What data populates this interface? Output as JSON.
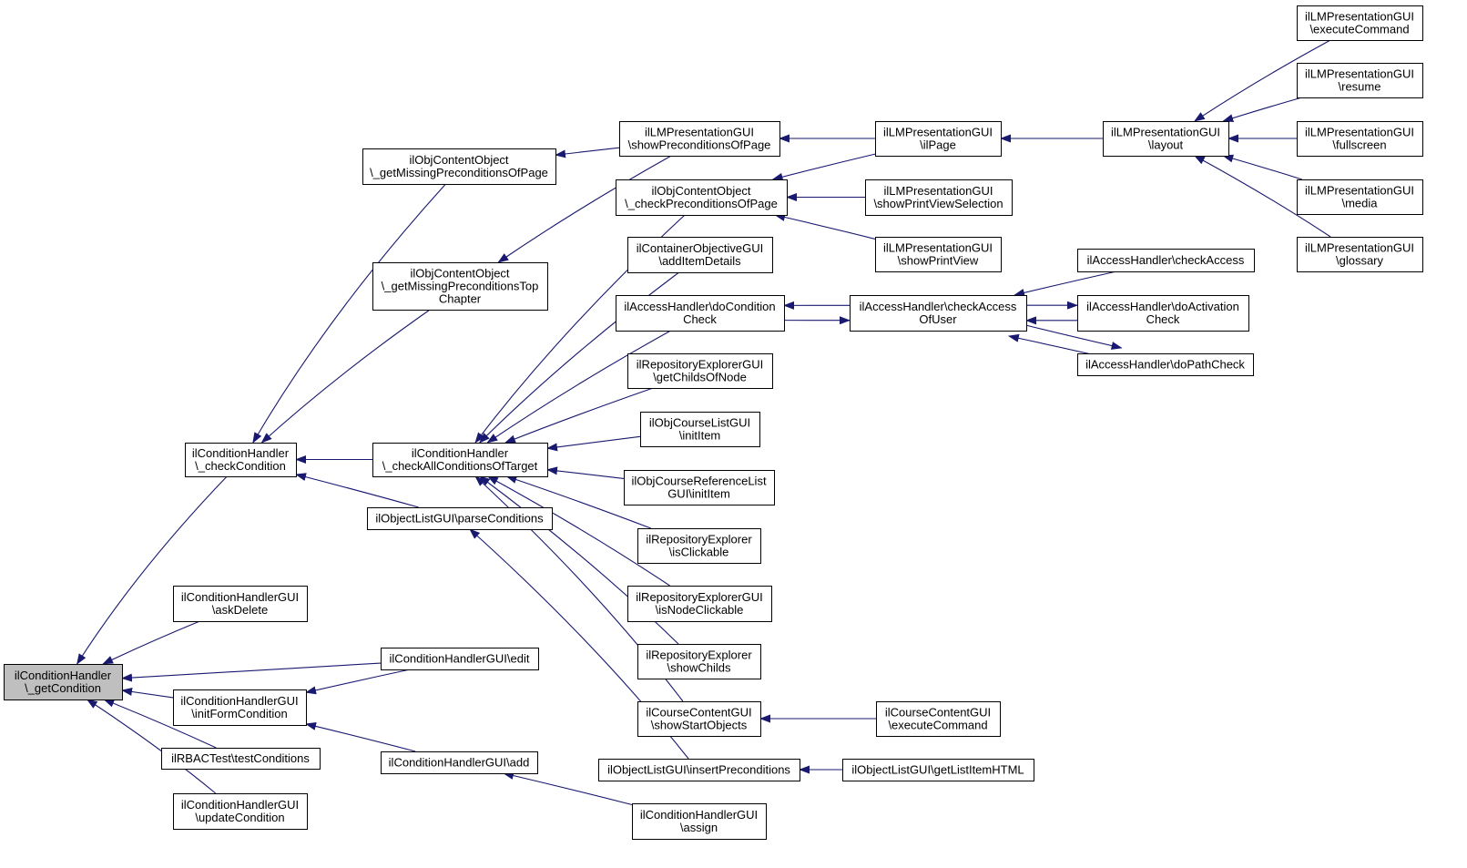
{
  "graph": {
    "edge_color": "#191970",
    "root_fill": "#bfbfbf",
    "nodes": {
      "root": [
        "ilConditionHandler",
        "\\_getCondition"
      ],
      "ch_check": [
        "ilConditionHandler",
        "\\_checkCondition"
      ],
      "chgui_askdelete": [
        "ilConditionHandlerGUI",
        "\\askDelete"
      ],
      "chgui_initform": [
        "ilConditionHandlerGUI",
        "\\initFormCondition"
      ],
      "rbac_test": [
        "ilRBACTest\\testConditions"
      ],
      "chgui_update": [
        "ilConditionHandlerGUI",
        "\\updateCondition"
      ],
      "chgui_edit": [
        "ilConditionHandlerGUI\\edit"
      ],
      "chgui_add": [
        "ilConditionHandlerGUI\\add"
      ],
      "chgui_assign": [
        "ilConditionHandlerGUI",
        "\\assign"
      ],
      "objcontent_missing_page": [
        "ilObjContentObject",
        "\\_getMissingPreconditionsOfPage"
      ],
      "objcontent_missing_top": [
        "ilObjContentObject",
        "\\_getMissingPreconditionsTop",
        "Chapter"
      ],
      "ch_checkall": [
        "ilConditionHandler",
        "\\_checkAllConditionsOfTarget"
      ],
      "objlist_parse": [
        "ilObjectListGUI\\parseConditions"
      ],
      "objlist_insert": [
        "ilObjectListGUI\\insertPreconditions"
      ],
      "objlist_getlist": [
        "ilObjectListGUI\\getListItemHTML"
      ],
      "lmpres_showprecond": [
        "ilLMPresentationGUI",
        "\\showPreconditionsOfPage"
      ],
      "objcontent_checkprecond": [
        "ilObjContentObject",
        "\\_checkPreconditionsOfPage"
      ],
      "container_additem": [
        "ilContainerObjectiveGUI",
        "\\addItemDetails"
      ],
      "access_docond": [
        "ilAccessHandler\\doCondition",
        "Check"
      ],
      "repexpgui_getchilds": [
        "ilRepositoryExplorerGUI",
        "\\getChildsOfNode"
      ],
      "objcourselist_init": [
        "ilObjCourseListGUI",
        "\\initItem"
      ],
      "objcourseref_init": [
        "ilObjCourseReferenceList",
        "GUI\\initItem"
      ],
      "repexp_clickable": [
        "ilRepositoryExplorer",
        "\\isClickable"
      ],
      "repexpgui_nodeclick": [
        "ilRepositoryExplorerGUI",
        "\\isNodeClickable"
      ],
      "repexp_showchilds": [
        "ilRepositoryExplorer",
        "\\showChilds"
      ],
      "coursecontent_start": [
        "ilCourseContentGUI",
        "\\showStartObjects"
      ],
      "coursecontent_exec": [
        "ilCourseContentGUI",
        "\\executeCommand"
      ],
      "lmpres_ilpage": [
        "ilLMPresentationGUI",
        "\\ilPage"
      ],
      "lmpres_printsel": [
        "ilLMPresentationGUI",
        "\\showPrintViewSelection"
      ],
      "lmpres_printview": [
        "ilLMPresentationGUI",
        "\\showPrintView"
      ],
      "access_checkuser": [
        "ilAccessHandler\\checkAccess",
        "OfUser"
      ],
      "lmpres_layout": [
        "ilLMPresentationGUI",
        "\\layout"
      ],
      "access_check": [
        "ilAccessHandler\\checkAccess"
      ],
      "access_doactivation": [
        "ilAccessHandler\\doActivation",
        "Check"
      ],
      "access_dopath": [
        "ilAccessHandler\\doPathCheck"
      ],
      "lmpres_exec": [
        "ilLMPresentationGUI",
        "\\executeCommand"
      ],
      "lmpres_resume": [
        "ilLMPresentationGUI",
        "\\resume"
      ],
      "lmpres_fullscreen": [
        "ilLMPresentationGUI",
        "\\fullscreen"
      ],
      "lmpres_media": [
        "ilLMPresentationGUI",
        "\\media"
      ],
      "lmpres_glossary": [
        "ilLMPresentationGUI",
        "\\glossary"
      ]
    },
    "edges": [
      [
        "ch_check",
        "root"
      ],
      [
        "chgui_askdelete",
        "root"
      ],
      [
        "chgui_edit",
        "root"
      ],
      [
        "chgui_initform",
        "root"
      ],
      [
        "rbac_test",
        "root"
      ],
      [
        "chgui_update",
        "root"
      ],
      [
        "objcontent_missing_page",
        "ch_check"
      ],
      [
        "objcontent_missing_top",
        "ch_check"
      ],
      [
        "ch_checkall",
        "ch_check"
      ],
      [
        "objlist_parse",
        "ch_check"
      ],
      [
        "chgui_edit",
        "chgui_initform"
      ],
      [
        "chgui_add",
        "chgui_initform"
      ],
      [
        "chgui_assign",
        "chgui_add"
      ],
      [
        "lmpres_showprecond",
        "objcontent_missing_page"
      ],
      [
        "lmpres_showprecond",
        "objcontent_missing_top"
      ],
      [
        "objcontent_checkprecond",
        "ch_checkall"
      ],
      [
        "container_additem",
        "ch_checkall"
      ],
      [
        "access_docond",
        "ch_checkall"
      ],
      [
        "repexpgui_getchilds",
        "ch_checkall"
      ],
      [
        "objcourselist_init",
        "ch_checkall"
      ],
      [
        "objcourseref_init",
        "ch_checkall"
      ],
      [
        "repexp_clickable",
        "ch_checkall"
      ],
      [
        "repexpgui_nodeclick",
        "ch_checkall"
      ],
      [
        "repexp_showchilds",
        "ch_checkall"
      ],
      [
        "coursecontent_start",
        "ch_checkall"
      ],
      [
        "objlist_insert",
        "objlist_parse"
      ],
      [
        "objlist_getlist",
        "objlist_insert"
      ],
      [
        "coursecontent_exec",
        "coursecontent_start"
      ],
      [
        "lmpres_ilpage",
        "lmpres_showprecond"
      ],
      [
        "lmpres_ilpage",
        "objcontent_checkprecond"
      ],
      [
        "lmpres_printsel",
        "objcontent_checkprecond"
      ],
      [
        "lmpres_printview",
        "objcontent_checkprecond"
      ],
      [
        "access_checkuser",
        "access_docond"
      ],
      [
        "access_docond",
        "access_checkuser"
      ],
      [
        "access_check",
        "access_checkuser"
      ],
      [
        "access_doactivation",
        "access_checkuser"
      ],
      [
        "access_checkuser",
        "access_doactivation"
      ],
      [
        "access_dopath",
        "access_checkuser"
      ],
      [
        "access_checkuser",
        "access_dopath"
      ],
      [
        "lmpres_layout",
        "lmpres_ilpage"
      ],
      [
        "lmpres_exec",
        "lmpres_layout"
      ],
      [
        "lmpres_resume",
        "lmpres_layout"
      ],
      [
        "lmpres_fullscreen",
        "lmpres_layout"
      ],
      [
        "lmpres_media",
        "lmpres_layout"
      ],
      [
        "lmpres_glossary",
        "lmpres_layout"
      ]
    ]
  }
}
